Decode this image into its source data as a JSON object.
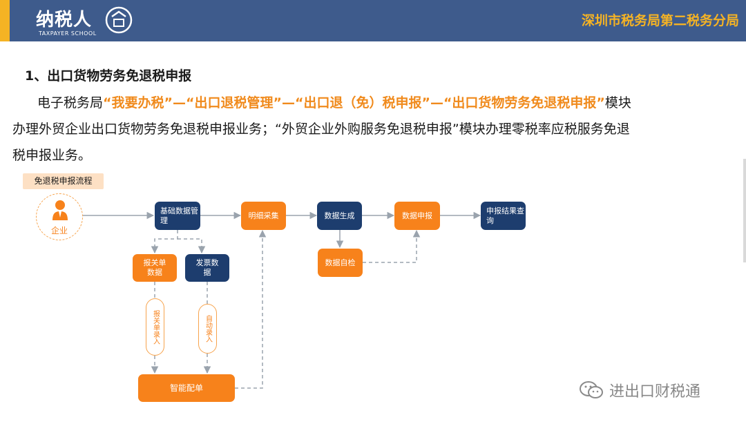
{
  "header": {
    "logo_text": "纳税人",
    "logo_sub": "TAXPAYER SCHOOL",
    "org": "深圳市税务局第二税务分局"
  },
  "content": {
    "title": "1、出口货物劳务免退税申报",
    "para": {
      "p1": "电子税务局",
      "h1": "“我要办税”—“出口退税管理”—“出口退（免）税申报”—“出口货物劳务免退税申报”",
      "p2": "模块办理外贸企业出口货物劳务免退税申报业务；“外贸企业外购服务免退税申报”模块办理零税率应税服务免退税申报业务。"
    }
  },
  "flow": {
    "tag": "免退税申报流程",
    "enterprise": "企业",
    "basic_data": "基础数据管理",
    "detail_collect": "明细采集",
    "data_gen": "数据生成",
    "data_declare": "数据申报",
    "result_query": "申报结果查询",
    "customs_data": "报关单数据",
    "invoice_data": "发票数据",
    "self_check": "数据自检",
    "customs_entry": "报关单录入",
    "auto_entry": "自动录入",
    "smart_match": "智能配单"
  },
  "watermark": "进出口财税通",
  "colors": {
    "header_bg": "#3e5b8c",
    "accent_yellow": "#f5b324",
    "orange": "#f7821b",
    "navy": "#1d3d6e"
  }
}
